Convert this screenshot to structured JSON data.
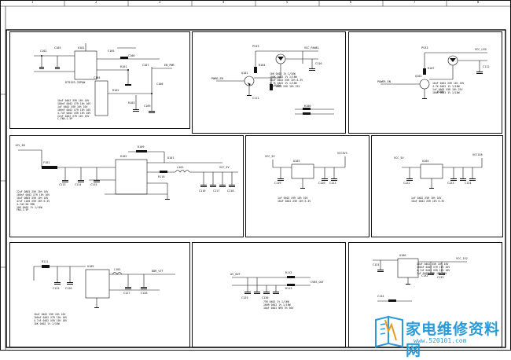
{
  "zones": [
    "1",
    "2",
    "3",
    "4",
    "5",
    "6",
    "7",
    "8"
  ],
  "panels": {
    "p1": {
      "labels": [
        "C102",
        "C103",
        "U101",
        "RT9193-33PQW",
        "C104",
        "C105",
        "C106",
        "R101",
        "R102",
        "C107",
        "EN_PWR",
        "C108",
        "R103",
        "C109"
      ],
      "notes": "10uF 0402 X5R 10% 10V\n100nF 0402 X7R 10% 16V\n1uF 0402 X5R 10% 10V\n100nF 0402 X7R 10% 16V\n4.7uF 0402 X5R 10% 10V\n22nF 0402 X7R 10% 16V\nC_FN4.2.5P"
    },
    "p2": {
      "labels": [
        "PV33",
        "Q101",
        "PWRD_EN",
        "R104",
        "R105",
        "R106",
        "VCC_PANEL",
        "C110",
        "C111"
      ],
      "notes": "10K 0402 1% 1/16W\n100K 0402 1% 1/16W\n10uF 0402 X5R 10% 6.3V\n4.7K 0402 1% 1/16W\n1uF 0603 X5R 10% 25V"
    },
    "p3": {
      "labels": [
        "PV33",
        "Q102",
        "POWER_EN",
        "R107",
        "R108",
        "C112",
        "VCC_LED"
      ],
      "notes": "10uF 0402 X5R 10% 10V\n4.7K 0402 1% 1/16W\n1uF 0603 X5R 10% 25V\n100K 0402 1% 1/16W"
    },
    "p4": {
      "labels": [
        "12V_IN",
        "F101",
        "C113",
        "C114",
        "C115",
        "U102",
        "L101",
        "R109",
        "R110",
        "D101",
        "VCC_5V",
        "C116",
        "C117",
        "C118"
      ],
      "notes": "22uF 0805 X5R 20% 16V\n100nF 0402 X7R 10% 16V\n10uF 0805 X5R 10% 10V\n47uF 1206 X5R 20% 6.3V\n4.7uH 6A SMD\n10K 0402 1% 1/16W\nFN4.2.5P"
    },
    "p5": {
      "labels": [
        "VCC_5V",
        "U103",
        "C119",
        "C120",
        "VCC3V3",
        "C121"
      ],
      "notes": "1uF 0402 X5R 10% 10V\n10uF 0402 X5R 10% 6.3V"
    },
    "p6": {
      "labels": [
        "VCC_5V",
        "U104",
        "C122",
        "C123",
        "VCC1V8",
        "C124"
      ],
      "notes": "1uF 0402 X5R 10% 10V\n10uF 0402 X5R 10% 6.3V"
    },
    "p7": {
      "labels": [
        "R111",
        "C125",
        "U105",
        "C126",
        "L102",
        "C127",
        "DDR_VTT",
        "C128"
      ],
      "notes": "10uF 0402 X5R 10% 10V\n100nF 0402 X7R 10% 16V\n4.7uF 0402 X5R 10% 10V\n10K 0402 1% 1/16W"
    },
    "p8": {
      "labels": [
        "AV_OUT",
        "R112",
        "R113",
        "CVBS_OUT",
        "C129",
        "C130"
      ],
      "notes": "75R 0402 1% 1/16W\n100R 0402 1% 1/16W\n10pF 0402 NPO 5% 50V"
    },
    "p9": {
      "labels": [
        "C131",
        "U106",
        "C132",
        "C133",
        "C134",
        "VCC_1V2"
      ],
      "notes": "10uF 0402 X5R 10% 10V\n100nF 0402 X7R 10% 16V\n4.7uF 0402 X5R 10% 10V\n1uF 0402 X5R 10% 10V"
    }
  },
  "watermark": {
    "title": "家电维修资料网",
    "url": "www.520101.com"
  }
}
